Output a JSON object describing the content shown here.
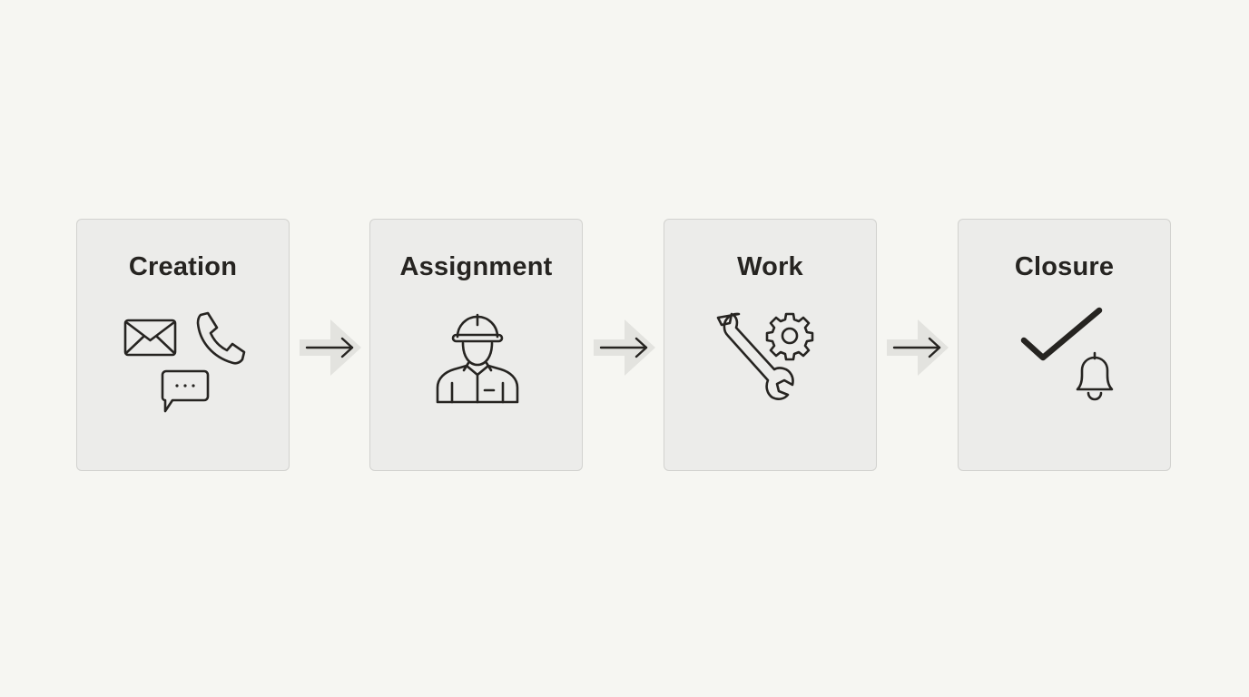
{
  "diagram": {
    "stages": [
      {
        "title": "Creation",
        "icons": [
          "envelope-icon",
          "phone-icon",
          "chat-bubble-icon"
        ]
      },
      {
        "title": "Assignment",
        "icons": [
          "worker-hardhat-icon"
        ]
      },
      {
        "title": "Work",
        "icons": [
          "wrench-icon",
          "gear-icon"
        ]
      },
      {
        "title": "Closure",
        "icons": [
          "checkmark-icon",
          "bell-icon"
        ]
      }
    ],
    "connector_icon": "arrow-right-icon",
    "colors": {
      "background": "#f6f6f2",
      "card": "#ececea",
      "card_border": "#d2d2cf",
      "ink": "#262421",
      "connector_chevron": "#dcdcd8"
    }
  }
}
